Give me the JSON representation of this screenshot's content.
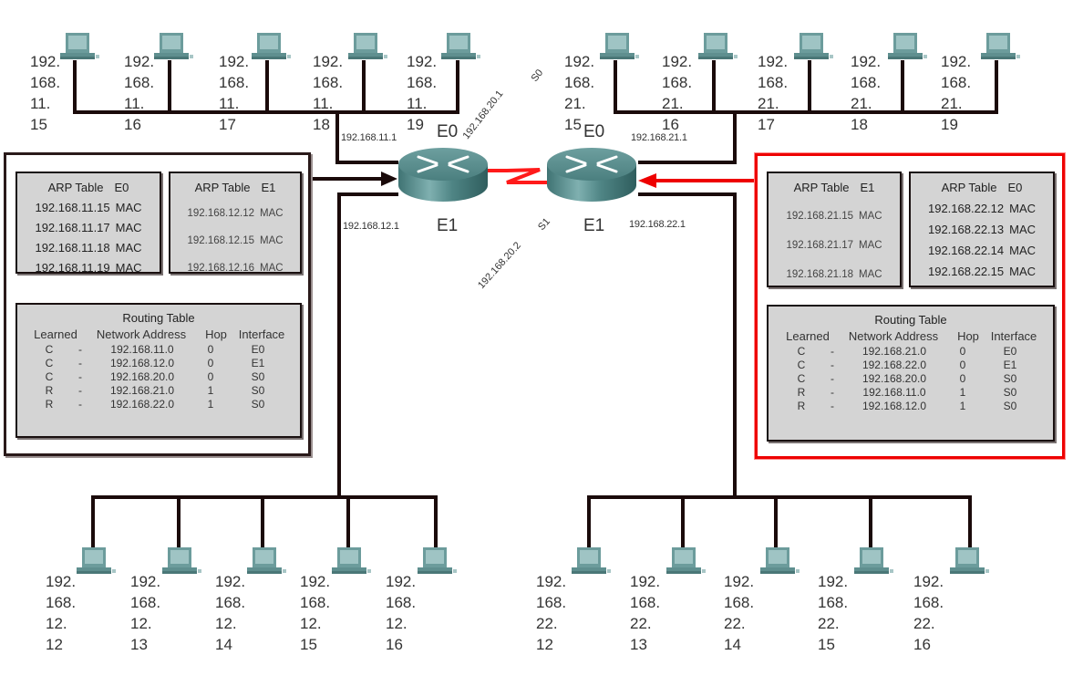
{
  "colors": {
    "host_teal": "#6fa3a3",
    "router_teal": "#4d8585",
    "cable": "#1a0a0a",
    "serial_link": "#ff1a1a",
    "highlight_frame": "#ee0000",
    "panel_fill": "#d4d4d4"
  },
  "top_left_hosts": [
    {
      "octets": [
        "192.",
        "168.",
        "11.",
        "15"
      ]
    },
    {
      "octets": [
        "192.",
        "168.",
        "11.",
        "16"
      ]
    },
    {
      "octets": [
        "192.",
        "168.",
        "11.",
        "17"
      ]
    },
    {
      "octets": [
        "192.",
        "168.",
        "11.",
        "18"
      ]
    },
    {
      "octets": [
        "192.",
        "168.",
        "11.",
        "19"
      ]
    }
  ],
  "top_right_hosts": [
    {
      "octets": [
        "192.",
        "168.",
        "21.",
        "15"
      ]
    },
    {
      "octets": [
        "192.",
        "168.",
        "21.",
        "16"
      ]
    },
    {
      "octets": [
        "192.",
        "168.",
        "21.",
        "17"
      ]
    },
    {
      "octets": [
        "192.",
        "168.",
        "21.",
        "18"
      ]
    },
    {
      "octets": [
        "192.",
        "168.",
        "21.",
        "19"
      ]
    }
  ],
  "bottom_left_hosts": [
    {
      "octets": [
        "192.",
        "168.",
        "12.",
        "12"
      ]
    },
    {
      "octets": [
        "192.",
        "168.",
        "12.",
        "13"
      ]
    },
    {
      "octets": [
        "192.",
        "168.",
        "12.",
        "14"
      ]
    },
    {
      "octets": [
        "192.",
        "168.",
        "12.",
        "15"
      ]
    },
    {
      "octets": [
        "192.",
        "168.",
        "12.",
        "16"
      ]
    }
  ],
  "bottom_right_hosts": [
    {
      "octets": [
        "192.",
        "168.",
        "22.",
        "12"
      ]
    },
    {
      "octets": [
        "192.",
        "168.",
        "22.",
        "13"
      ]
    },
    {
      "octets": [
        "192.",
        "168.",
        "22.",
        "14"
      ]
    },
    {
      "octets": [
        "192.",
        "168.",
        "22.",
        "15"
      ]
    },
    {
      "octets": [
        "192.",
        "168.",
        "22.",
        "16"
      ]
    }
  ],
  "router_a": {
    "e0_label": "E0",
    "e1_label": "E1",
    "e0_ip": "192.168.11.1",
    "e1_ip": "192.168.12.1",
    "serial_ip": "192.168.20.1",
    "serial_label": "S0"
  },
  "router_b": {
    "e0_label": "E0",
    "e1_label": "E1",
    "e0_ip": "192.168.21.1",
    "e1_ip": "192.168.22.1",
    "serial_ip": "192.168.20.2",
    "serial_label": "S1"
  },
  "left_panel": {
    "arp_e0": {
      "title": "ARP Table",
      "interface": "E0",
      "rows": [
        {
          "ip": "192.168.11.15",
          "mac": "MAC"
        },
        {
          "ip": "192.168.11.17",
          "mac": "MAC"
        },
        {
          "ip": "192.168.11.18",
          "mac": "MAC"
        },
        {
          "ip": "192.168.11.19",
          "mac": "MAC"
        }
      ]
    },
    "arp_e1": {
      "title": "ARP Table",
      "interface": "E1",
      "rows": [
        {
          "ip": "192.168.12.12",
          "mac": "MAC"
        },
        {
          "ip": "192.168.12.15",
          "mac": "MAC"
        },
        {
          "ip": "192.168.12.16",
          "mac": "MAC"
        }
      ]
    },
    "routing": {
      "title": "Routing Table",
      "headers": [
        "Learned",
        "Network Address",
        "Hop",
        "Interface"
      ],
      "rows": [
        {
          "learned": "C",
          "sep": "-",
          "network": "192.168.11.0",
          "hop": "0",
          "iface": "E0"
        },
        {
          "learned": "C",
          "sep": "-",
          "network": "192.168.12.0",
          "hop": "0",
          "iface": "E1"
        },
        {
          "learned": "C",
          "sep": "-",
          "network": "192.168.20.0",
          "hop": "0",
          "iface": "S0"
        },
        {
          "learned": "R",
          "sep": "-",
          "network": "192.168.21.0",
          "hop": "1",
          "iface": "S0"
        },
        {
          "learned": "R",
          "sep": "-",
          "network": "192.168.22.0",
          "hop": "1",
          "iface": "S0"
        }
      ]
    }
  },
  "right_panel": {
    "arp_e1": {
      "title": "ARP Table",
      "interface": "E1",
      "rows": [
        {
          "ip": "192.168.21.15",
          "mac": "MAC"
        },
        {
          "ip": "192.168.21.17",
          "mac": "MAC"
        },
        {
          "ip": "192.168.21.18",
          "mac": "MAC"
        }
      ]
    },
    "arp_e0": {
      "title": "ARP Table",
      "interface": "E0",
      "rows": [
        {
          "ip": "192.168.22.12",
          "mac": "MAC"
        },
        {
          "ip": "192.168.22.13",
          "mac": "MAC"
        },
        {
          "ip": "192.168.22.14",
          "mac": "MAC"
        },
        {
          "ip": "192.168.22.15",
          "mac": "MAC"
        }
      ]
    },
    "routing": {
      "title": "Routing Table",
      "headers": [
        "Learned",
        "Network Address",
        "Hop",
        "Interface"
      ],
      "rows": [
        {
          "learned": "C",
          "sep": "-",
          "network": "192.168.21.0",
          "hop": "0",
          "iface": "E0"
        },
        {
          "learned": "C",
          "sep": "-",
          "network": "192.168.22.0",
          "hop": "0",
          "iface": "E1"
        },
        {
          "learned": "C",
          "sep": "-",
          "network": "192.168.20.0",
          "hop": "0",
          "iface": "S0"
        },
        {
          "learned": "R",
          "sep": "-",
          "network": "192.168.11.0",
          "hop": "1",
          "iface": "S0"
        },
        {
          "learned": "R",
          "sep": "-",
          "network": "192.168.12.0",
          "hop": "1",
          "iface": "S0"
        }
      ]
    }
  }
}
